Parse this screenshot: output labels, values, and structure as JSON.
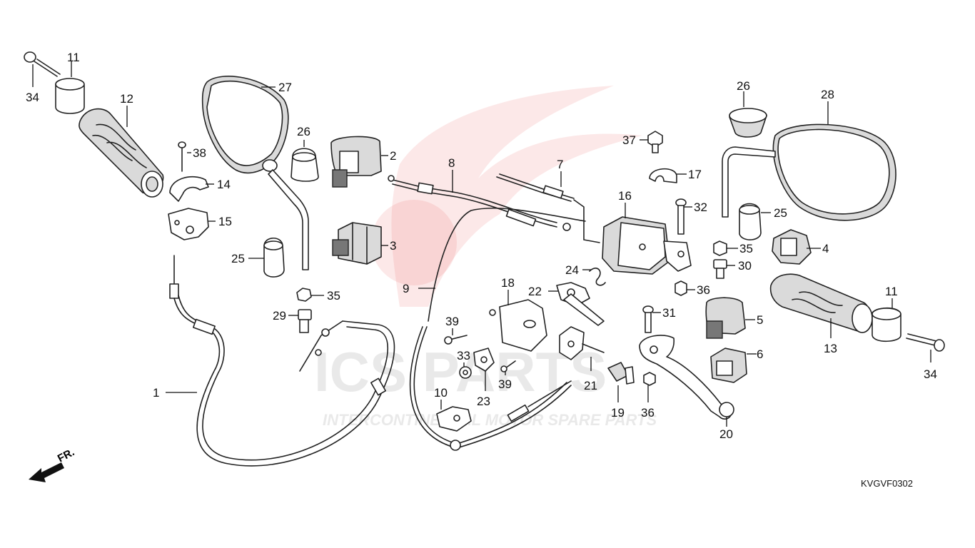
{
  "diagram_code": "KVGVF0302",
  "front_indicator": "FR.",
  "watermark": {
    "brand": "ICS PARTS",
    "tagline": "INTERCONTINENTAL MOTOR SPARE PARTS",
    "color": "#e85c5c"
  },
  "callouts": {
    "c1": "1",
    "c2": "2",
    "c3": "3",
    "c4": "4",
    "c5": "5",
    "c6": "6",
    "c7": "7",
    "c8": "8",
    "c9": "9",
    "c10": "10",
    "c11a": "11",
    "c11b": "11",
    "c12": "12",
    "c13": "13",
    "c14": "14",
    "c15": "15",
    "c16": "16",
    "c17": "17",
    "c18": "18",
    "c19": "19",
    "c20": "20",
    "c21": "21",
    "c22": "22",
    "c23": "23",
    "c24": "24",
    "c25a": "25",
    "c25b": "25",
    "c26a": "26",
    "c26b": "26",
    "c27": "27",
    "c28": "28",
    "c29": "29",
    "c30": "30",
    "c31": "31",
    "c32": "32",
    "c33": "33",
    "c34a": "34",
    "c34b": "34",
    "c35a": "35",
    "c35b": "35",
    "c36a": "36",
    "c36b": "36",
    "c37": "37",
    "c38": "38",
    "c39a": "39",
    "c39b": "39"
  }
}
